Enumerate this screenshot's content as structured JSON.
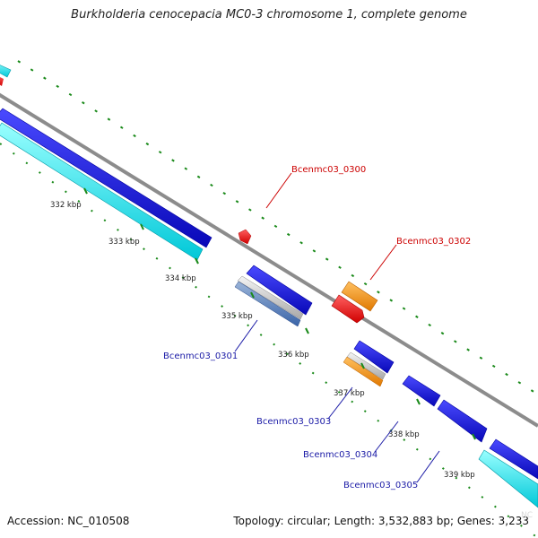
{
  "title": "Burkholderia cenocepacia MC0-3 chromosome 1, complete genome",
  "footer": {
    "accession": "Accession: NC_010508",
    "summary": "Topology: circular; Length: 3,532,883 bp; Genes: 3,233"
  },
  "watermark": "NC",
  "kbp_labels": [
    "332 kbp",
    "333 kbp",
    "334 kbp",
    "335 kbp",
    "336 kbp",
    "337 kbp",
    "338 kbp",
    "339 kbp"
  ],
  "gene_labels": [
    {
      "text": "Bcenmc03_0300",
      "color": "#cc0000"
    },
    {
      "text": "Bcenmc03_0302",
      "color": "#cc0000"
    },
    {
      "text": "Bcenmc03_0301",
      "color": "#1a1aa6"
    },
    {
      "text": "Bcenmc03_0303",
      "color": "#1a1aa6"
    },
    {
      "text": "Bcenmc03_0304",
      "color": "#1a1aa6"
    },
    {
      "text": "Bcenmc03_0305",
      "color": "#1a1aa6"
    }
  ],
  "colors": {
    "backbone": "#8a8a8a",
    "cds_blue": "#1414e6",
    "rna_cyan": "#00e6f0",
    "red_feature": "#ff1a1a",
    "orange_feature": "#ff9a10",
    "gc_green": "#1a8a1a"
  }
}
